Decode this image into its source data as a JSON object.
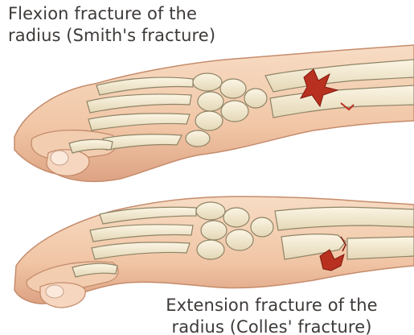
{
  "captions": {
    "top": {
      "line1": "Flexion fracture of the",
      "line2": "radius (Smith's fracture)"
    },
    "bottom": {
      "line1": "Extension fracture of the",
      "line2": "radius (Colles' fracture)"
    }
  },
  "colors": {
    "skin": "#f4cfb2",
    "skin_shadow": "#d9a485",
    "bone": "#f3ead2",
    "bone_outline": "#8f8466",
    "fracture": "#b8301f",
    "text": "#3d3a38"
  }
}
